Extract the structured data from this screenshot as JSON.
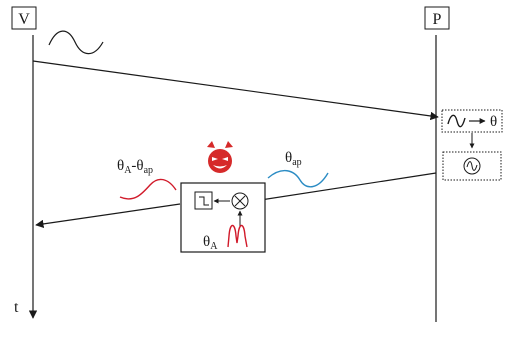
{
  "diagram": {
    "verifier_label": "V",
    "prover_label": "P",
    "time_axis_label": "t",
    "theta": "θ",
    "sub_ap": "ap",
    "sub_A": "A",
    "dash": "-",
    "arrow_glyph": "→",
    "icons": {
      "attacker": "devil-face-icon",
      "phase_to_theta": "wave-to-theta-icon",
      "oscillator": "oscillator-icon",
      "sign_block": "step-function-icon",
      "multiplier": "multiplier-icon"
    },
    "colors": {
      "line": "#1a1a1a",
      "red": "#d11a2a",
      "blue": "#2b8cc4",
      "devil": "#d62a2a"
    }
  }
}
